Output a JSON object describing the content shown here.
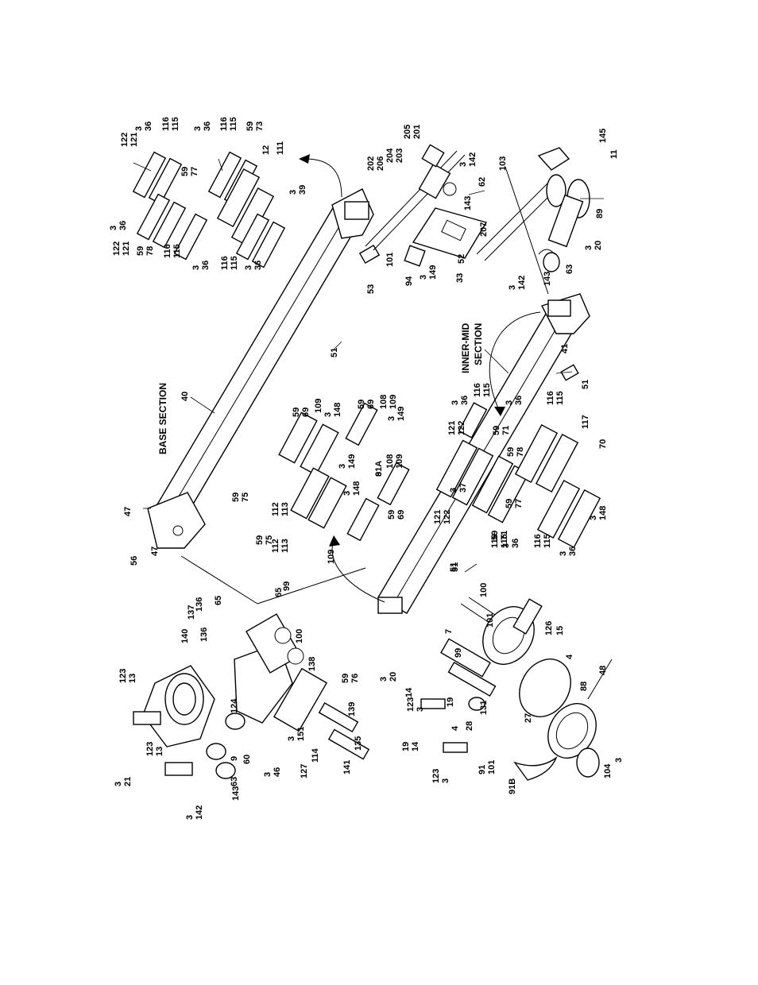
{
  "section_labels": {
    "base": "BASE SECTION",
    "inner_mid_1": "INNER-MID",
    "inner_mid_2": "SECTION"
  },
  "callouts": [
    "122",
    "121",
    "3",
    "36",
    "116",
    "115",
    "3",
    "36",
    "116",
    "115",
    "59",
    "73",
    "12",
    "111",
    "59",
    "77",
    "3",
    "36",
    "122",
    "121",
    "59",
    "78",
    "116",
    "115",
    "3",
    "36",
    "116",
    "115",
    "3",
    "36",
    "3",
    "39",
    "202",
    "206",
    "204",
    "203",
    "205",
    "201",
    "3",
    "142",
    "62",
    "143",
    "207",
    "52",
    "33",
    "3",
    "149",
    "94",
    "101",
    "53",
    "51",
    "103",
    "145",
    "11",
    "89",
    "3",
    "20",
    "3",
    "142",
    "143",
    "63",
    "40",
    "47",
    "47",
    "59",
    "75",
    "59",
    "75",
    "112",
    "113",
    "112",
    "113",
    "59",
    "69",
    "109",
    "3",
    "148",
    "59",
    "69",
    "108",
    "109",
    "3",
    "149",
    "3",
    "149",
    "108",
    "109",
    "3",
    "148",
    "59",
    "69",
    "109",
    "51",
    "41",
    "51",
    "3",
    "36",
    "116",
    "115",
    "59",
    "71",
    "121",
    "122",
    "59",
    "78",
    "3",
    "37",
    "121",
    "122",
    "59",
    "71",
    "116",
    "115",
    "3",
    "36",
    "3",
    "36",
    "116",
    "115",
    "117",
    "70",
    "59",
    "77",
    "3",
    "148",
    "116",
    "115",
    "3",
    "36",
    "51",
    "56",
    "140",
    "136",
    "137",
    "136",
    "65",
    "65",
    "99",
    "100",
    "138",
    "59",
    "76",
    "123",
    "13",
    "123",
    "13",
    "3",
    "21",
    "124",
    "9",
    "60",
    "63",
    "3",
    "142",
    "143",
    "3",
    "46",
    "127",
    "3",
    "151",
    "114",
    "139",
    "135",
    "141",
    "7",
    "99",
    "100",
    "101",
    "3",
    "20",
    "14",
    "123",
    "3",
    "19",
    "14",
    "123",
    "3",
    "19",
    "4",
    "28",
    "131",
    "126",
    "15",
    "4",
    "27",
    "88",
    "48",
    "91",
    "101",
    "3",
    "104",
    "91B",
    "91A",
    "8"
  ]
}
